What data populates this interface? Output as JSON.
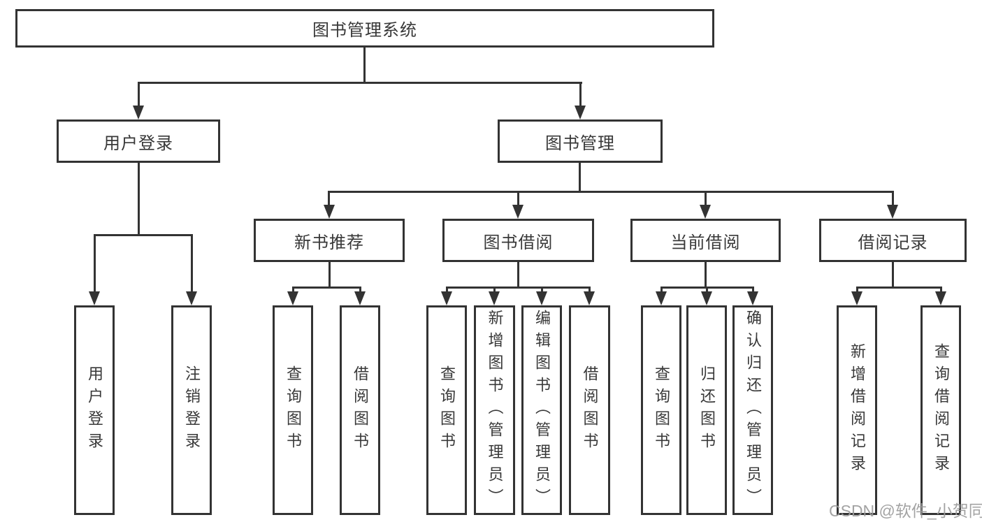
{
  "diagram": {
    "root_label": "图书管理系统",
    "branches": [
      {
        "label": "用户登录",
        "children": [
          "用户登录",
          "注销登录"
        ]
      },
      {
        "label": "图书管理",
        "groups": [
          {
            "label": "新书推荐",
            "children": [
              "查询图书",
              "借阅图书"
            ]
          },
          {
            "label": "图书借阅",
            "children": [
              "查询图书",
              "新增图书（管理员）",
              "编辑图书（管理员）",
              "借阅图书"
            ]
          },
          {
            "label": "当前借阅",
            "children": [
              "查询图书",
              "归还图书",
              "确认归还（管理员）"
            ]
          },
          {
            "label": "借阅记录",
            "children": [
              "新增借阅记录",
              "查询借阅记录"
            ]
          }
        ]
      }
    ]
  },
  "watermark": "CSDN @软件_小贺同学",
  "colors": {
    "line": "#333333",
    "text": "#383838",
    "watermark": "#9c9c9c",
    "background": "#ffffff"
  }
}
